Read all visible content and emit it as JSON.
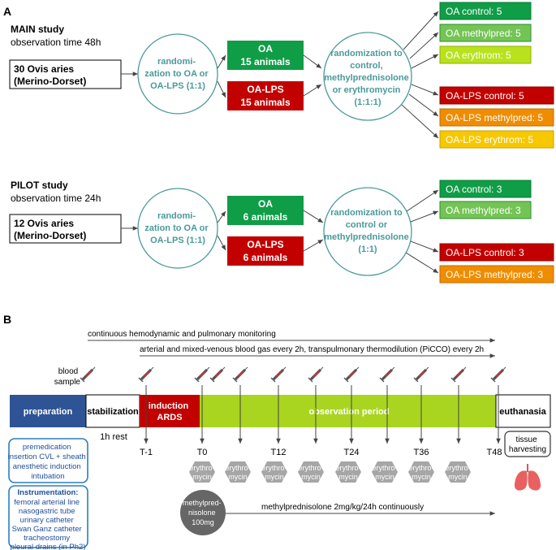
{
  "panel_a": {
    "letter": "A",
    "main": {
      "title": "MAIN study",
      "subtitle": "observation time 48h",
      "source_line1": "30 Ovis aries",
      "source_line2": "(Merino-Dorset)",
      "rand1": [
        "randomi-",
        "zation to OA or",
        "OA-LPS (1:1)"
      ],
      "oa_line1": "OA",
      "oa_line2": "15 animals",
      "lps_line1": "OA-LPS",
      "lps_line2": "15 animals",
      "rand2": [
        "randomization to",
        "control,",
        "methylprednisolone",
        "or erythromycin",
        "(1:1:1)"
      ],
      "groups": [
        "OA control: 5",
        "OA methylpred: 5",
        "OA erythrom: 5",
        "OA-LPS control: 5",
        "OA-LPS methylpred: 5",
        "OA-LPS erythrom: 5"
      ]
    },
    "pilot": {
      "title": "PILOT study",
      "subtitle": "observation time 24h",
      "source_line1": "12 Ovis aries",
      "source_line2": "(Merino-Dorset)",
      "rand1": [
        "randomi-",
        "zation to OA or",
        "OA-LPS (1:1)"
      ],
      "oa_line1": "OA",
      "oa_line2": "6 animals",
      "lps_line1": "OA-LPS",
      "lps_line2": "6 animals",
      "rand2": [
        "randomization to",
        "control or",
        "methylprednisolone",
        "(1:1)"
      ],
      "groups": [
        "OA control: 3",
        "OA methylpred: 3",
        "OA-LPS control: 3",
        "OA-LPS methylpred: 3"
      ]
    }
  },
  "panel_b": {
    "letter": "B",
    "monitoring": "continuous hemodynamic and pulmonary monitoring",
    "blood_gas": "arterial and mixed-venous blood gas every 2h, transpulmonary thermodilution (PiCCO) every 2h",
    "blood_sample": [
      "blood",
      "sample"
    ],
    "phases": {
      "preparation": "preparation",
      "stabilization": "stabilization",
      "induction": [
        "induction",
        "ARDS"
      ],
      "observation": "observation period",
      "euthanasia": "euthanasia"
    },
    "rest": "1h rest",
    "timepoints": [
      "T-1",
      "T0",
      "T12",
      "T24",
      "T36",
      "T48"
    ],
    "tissue": [
      "tissue",
      "harvesting"
    ],
    "erythro": [
      "erythro-",
      "mycin"
    ],
    "methyl_circle": [
      "methylpred-",
      "nisolone",
      "100mg"
    ],
    "methyl_cont": "methylprednisolone 2mg/kg/24h continuously",
    "prep_box": [
      "premedication",
      "insertion CVL + sheath",
      "anesthetic induction",
      "intubation"
    ],
    "instr_title": "Instrumentation:",
    "instr_box": [
      "femoral arterial line",
      "nasogastric tube",
      "urinary catheter",
      "Swan Ganz catheter",
      "tracheostomy",
      "pleural drains (in Ph2)"
    ]
  },
  "colors": {
    "teal": "#4a9a9a",
    "oa_green": "#0f9d47",
    "oa_methyl": "#74c455",
    "oa_erythro": "#b9e21d",
    "lps_red": "#c30000",
    "lps_methyl": "#f08c00",
    "lps_erythro": "#f7c800",
    "prep_blue": "#2e5495",
    "obs_green": "#a9d520",
    "hex_gray": "#a6a6a6",
    "circle_gray": "#666666"
  }
}
